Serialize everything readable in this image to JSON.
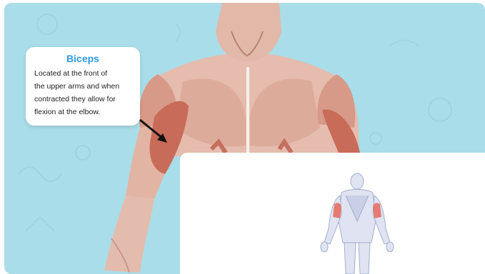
{
  "callout": {
    "title": "Biceps",
    "lines": [
      "Located at the front of",
      "the upper arms and when",
      "contracted they allow for",
      "flexion at the elbow."
    ]
  },
  "colors": {
    "background": "#a9dde9",
    "title": "#2e9be0",
    "highlight": "#e8685a",
    "muscle": "#c97a6e",
    "skin": "#e8c2b4"
  },
  "icons": {
    "arrow": "pointer-arrow-icon",
    "body_diagram": "body-map-icon"
  }
}
